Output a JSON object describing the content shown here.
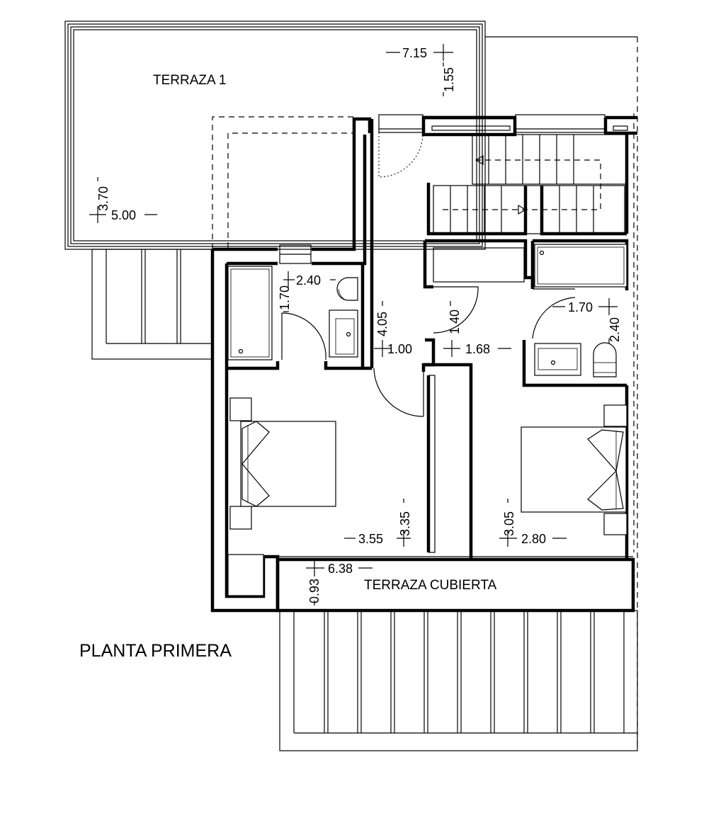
{
  "plan": {
    "title": "PLANTA PRIMERA",
    "rooms": {
      "terraza1": "TERRAZA 1",
      "terraza_cubierta": "TERRAZA CUBIERTA"
    },
    "dimensions": {
      "terraza1_top_w": "7.15",
      "terraza1_top_h": "1.55",
      "terraza1_h": "3.70",
      "terraza1_w": "5.00",
      "bath1_w": "2.40",
      "bath1_h": "1.70",
      "hall_h": "4.05",
      "hall_w": "1.00",
      "door_h": "1.40",
      "corridor_w": "1.68",
      "bath2_w": "1.70",
      "bath2_h": "2.40",
      "bed1_w": "3.55",
      "bed1_h": "3.35",
      "bed2_h": "3.05",
      "bed2_w": "2.80",
      "terraza_cub_w": "6.38",
      "terraza_cub_h": "0.93"
    }
  }
}
